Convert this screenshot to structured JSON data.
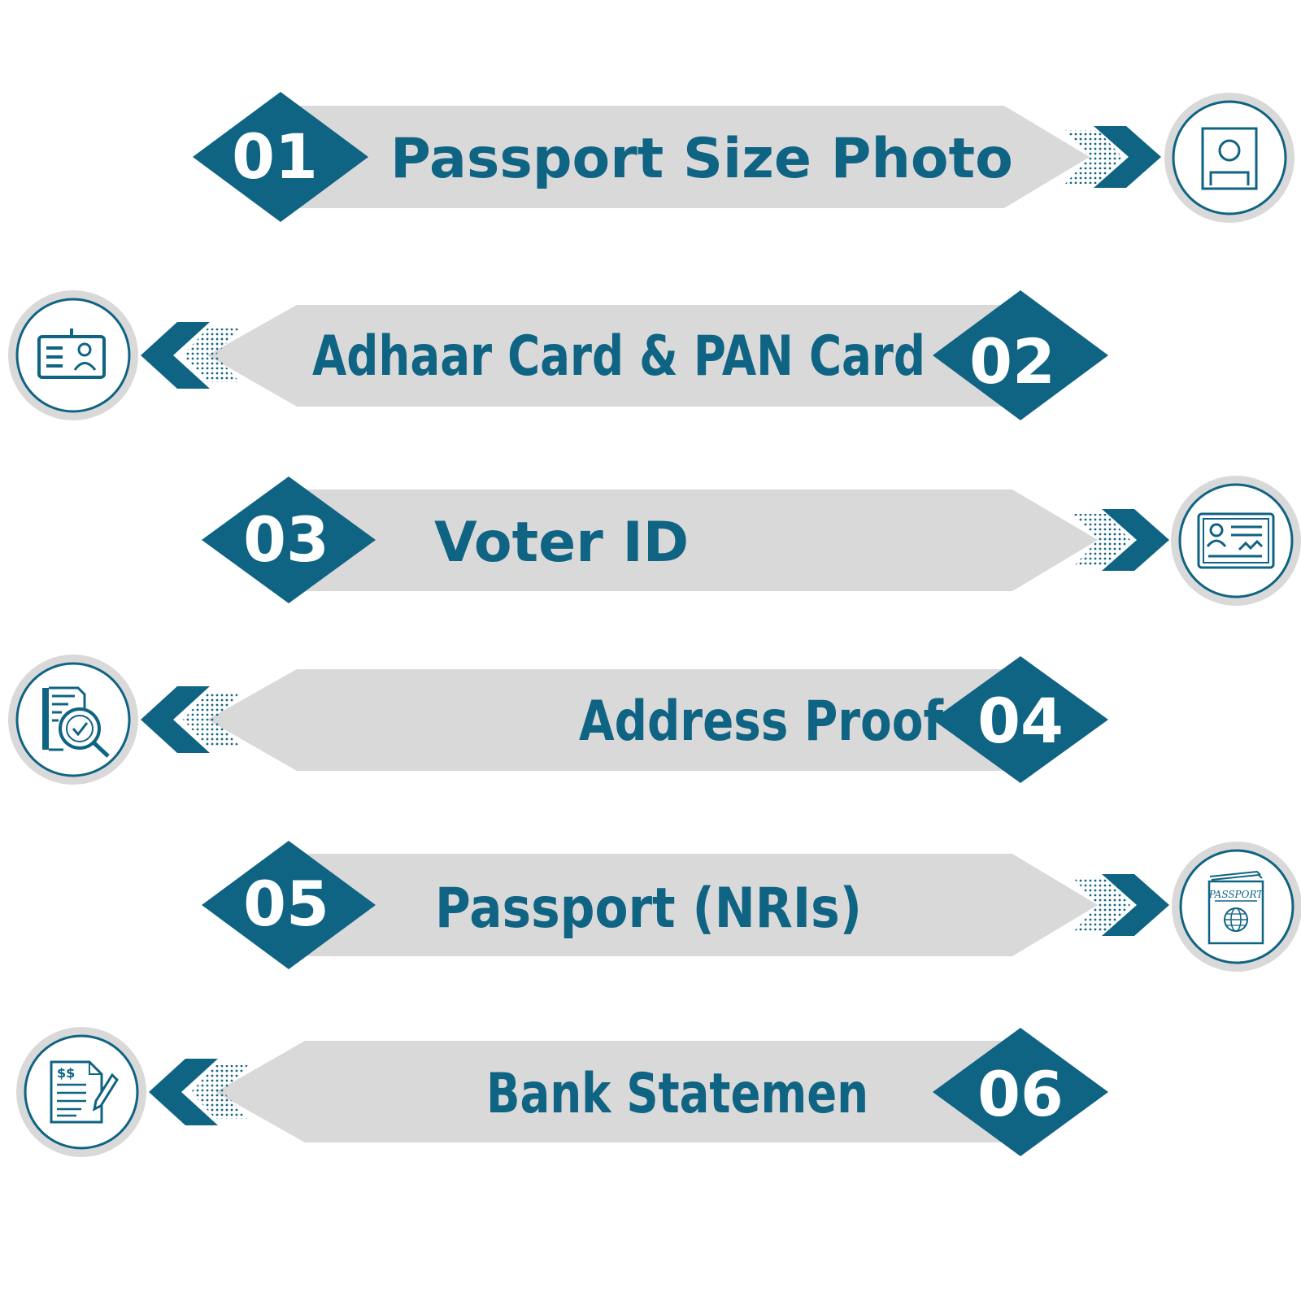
{
  "colors": {
    "primary": "#0f6383",
    "band": "#d9d9d9",
    "circle_ring": "#d9d9d9",
    "background": "#ffffff"
  },
  "items": [
    {
      "number": "01",
      "label": "Passport Size Photo",
      "icon": "passport-photo-icon",
      "side": "right"
    },
    {
      "number": "02",
      "label": "Adhaar Card & PAN Card",
      "icon": "id-card-icon",
      "side": "left"
    },
    {
      "number": "03",
      "label": "Voter ID",
      "icon": "voter-id-card-icon",
      "side": "right"
    },
    {
      "number": "04",
      "label": "Address Proof",
      "icon": "document-search-icon",
      "side": "left"
    },
    {
      "number": "05",
      "label": "Passport (NRIs)",
      "icon": "passport-book-icon",
      "side": "right"
    },
    {
      "number": "06",
      "label": "Bank Statemen",
      "icon": "bank-statement-icon",
      "side": "left"
    }
  ],
  "passport_icon_text": "PASSPORT",
  "statement_icon_text": "$$"
}
